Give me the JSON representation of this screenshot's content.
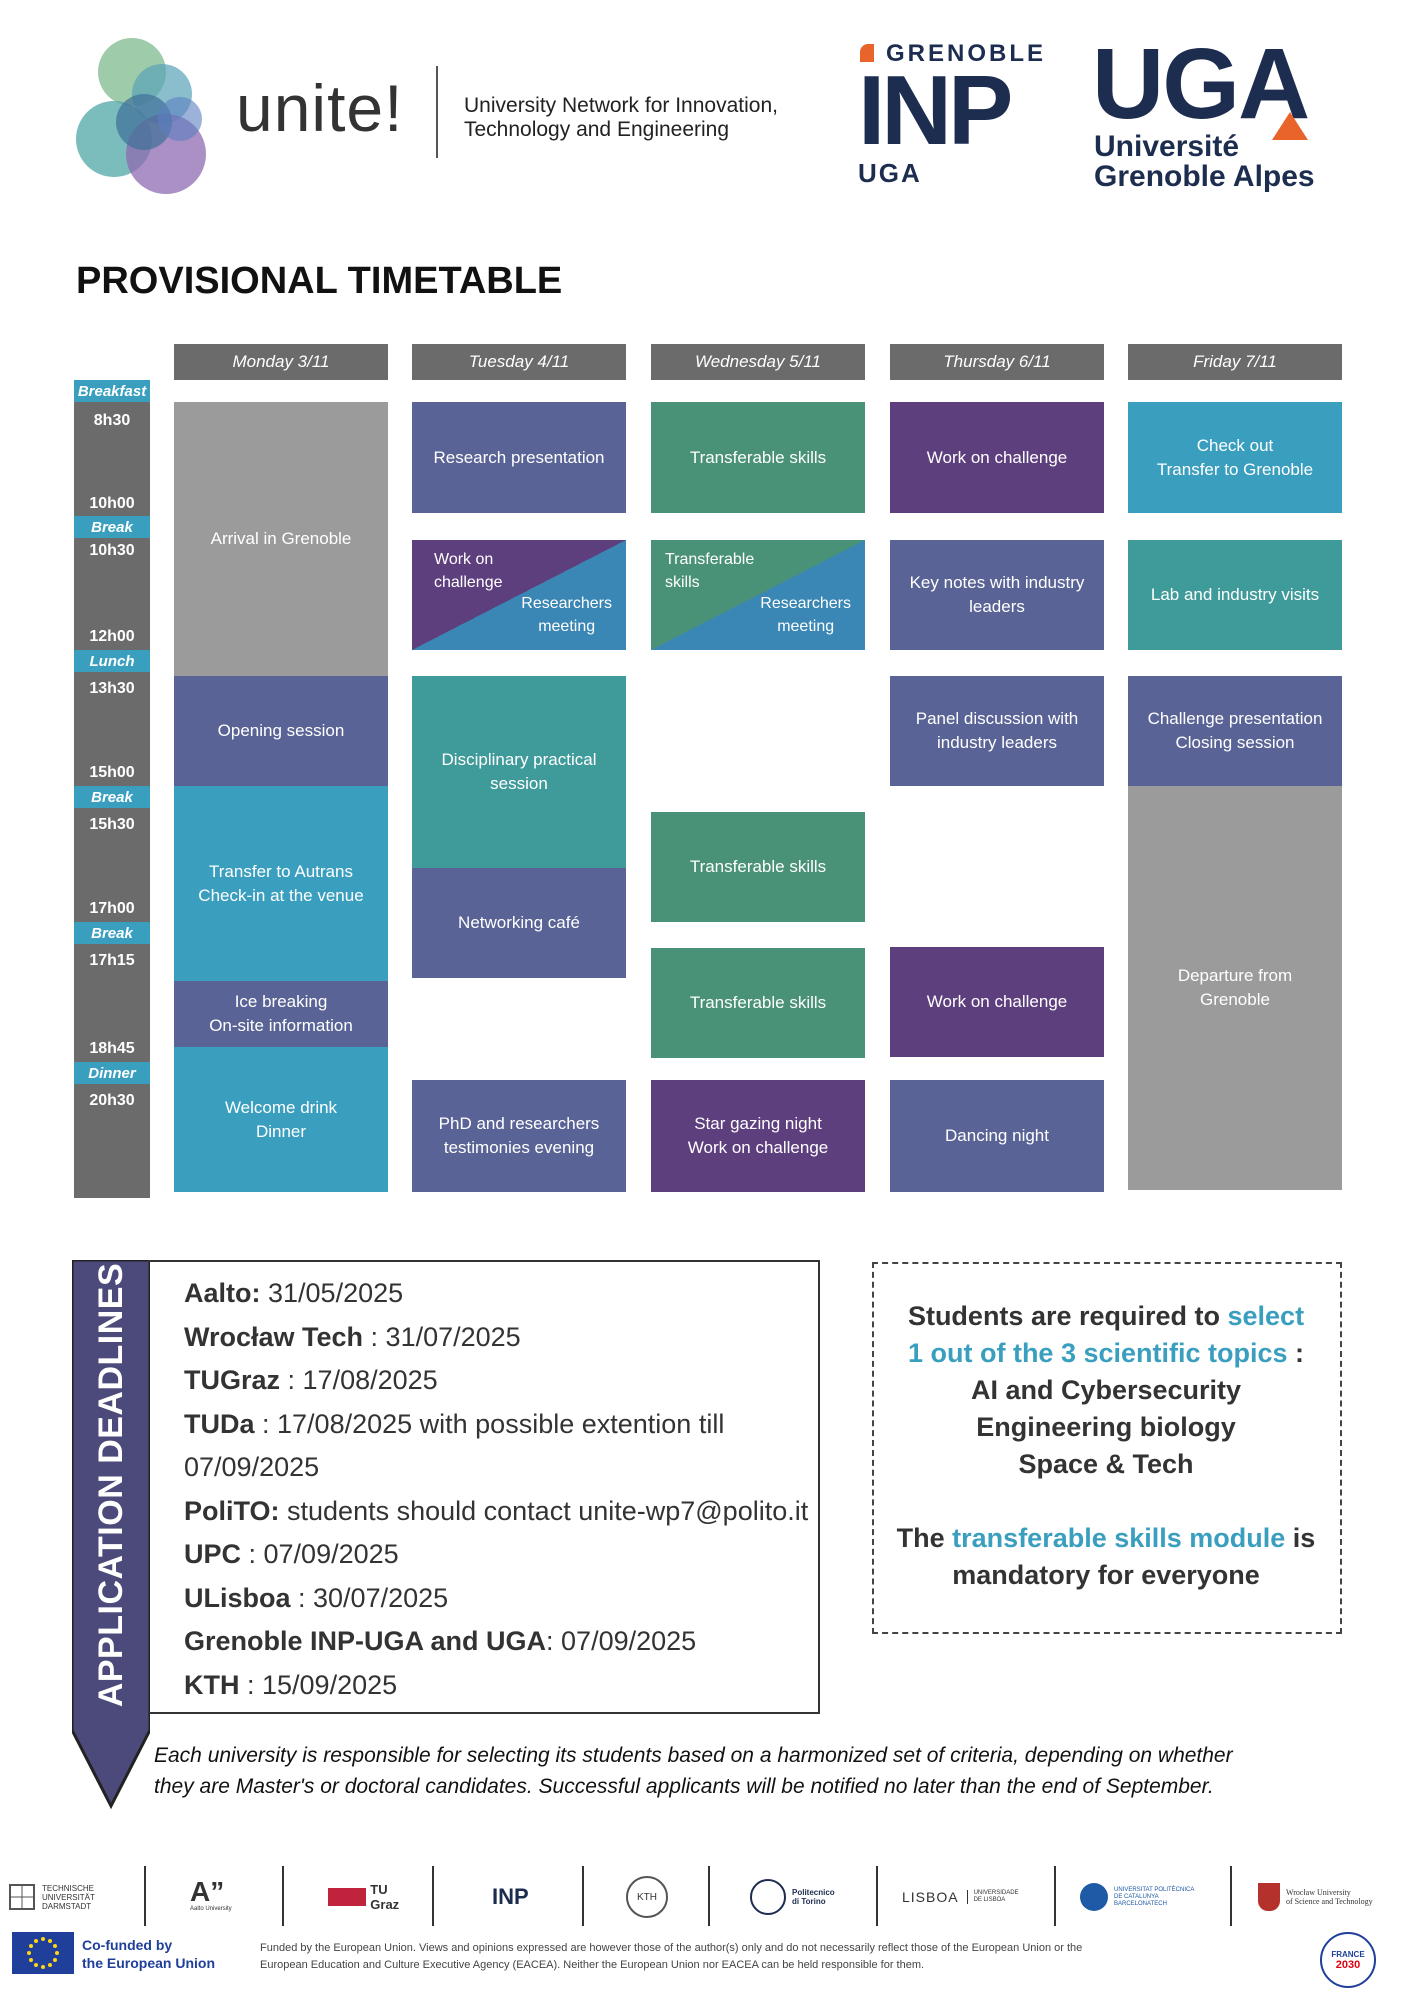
{
  "header": {
    "brand": "unite!",
    "tagline_1": "University Network for Innovation,",
    "tagline_2": "Technology and Engineering",
    "inp_top": "GRENOBLE",
    "inp_mid": "INP",
    "inp_bottom": "UGA",
    "uga_big": "UGA",
    "uga_line1": "Université",
    "uga_line2": "Grenoble Alpes"
  },
  "title": "PROVISIONAL TIMETABLE",
  "timetable": {
    "times": {
      "breakfast": "Breakfast",
      "t0830": "8h30",
      "t1000": "10h00",
      "break1": "Break",
      "t1030": "10h30",
      "t1200": "12h00",
      "lunch": "Lunch",
      "t1330": "13h30",
      "t1500": "15h00",
      "break2": "Break",
      "t1530": "15h30",
      "t1700": "17h00",
      "break3": "Break",
      "t1715": "17h15",
      "t1845": "18h45",
      "dinner": "Dinner",
      "t2030": "20h30"
    },
    "days": {
      "mon": "Monday 3/11",
      "tue": "Tuesday 4/11",
      "wed": "Wednesday 5/11",
      "thu": "Thursday 6/11",
      "fri": "Friday 7/11"
    },
    "mon": {
      "arrival": "Arrival in Grenoble",
      "opening": "Opening session",
      "transfer": "Transfer to Autrans\nCheck-in at the venue",
      "ice": "Ice breaking\nOn-site information",
      "welcome": "Welcome drink\nDinner"
    },
    "tue": {
      "research": "Research presentation",
      "split_a": "Work on\nchallenge",
      "split_b": "Researchers\nmeeting",
      "disciplinary": "Disciplinary practical\nsession",
      "networking": "Networking café",
      "phd": "PhD and researchers\ntestimonies evening"
    },
    "wed": {
      "skills1": "Transferable skills",
      "split_a": "Transferable\nskills",
      "split_b": "Researchers\nmeeting",
      "skills2": "Transferable skills",
      "skills3": "Transferable skills",
      "star": "Star gazing night\nWork on challenge"
    },
    "thu": {
      "work1": "Work on challenge",
      "keynotes": "Key notes with industry\nleaders",
      "panel": "Panel discussion with\nindustry leaders",
      "work2": "Work on challenge",
      "dancing": "Dancing night"
    },
    "fri": {
      "checkout": "Check out\nTransfer to Grenoble",
      "lab": "Lab and industry visits",
      "challenge": "Challenge presentation\nClosing session",
      "departure": "Departure from\nGrenoble"
    }
  },
  "deadlines": {
    "ribbon": "APPLICATION DEADLINES",
    "items": [
      {
        "name": "Aalto:",
        "value": " 31/05/2025"
      },
      {
        "name": "Wrocław Tech",
        "value": " : 31/07/2025"
      },
      {
        "name": "TUGraz",
        "value": " : 17/08/2025"
      },
      {
        "name": "TUDa",
        "value": " : 17/08/2025 with possible extention till"
      },
      {
        "name": "",
        "value": "07/09/2025"
      },
      {
        "name": "PoliTO:",
        "value": " students should contact unite-wp7@polito.it"
      },
      {
        "name": "UPC",
        "value": " : 07/09/2025"
      },
      {
        "name": "ULisboa",
        "value": " : 30/07/2025"
      },
      {
        "name": "Grenoble INP-UGA and UGA",
        "value": ": 07/09/2025"
      },
      {
        "name": "KTH",
        "value": " : 15/09/2025"
      }
    ]
  },
  "note": {
    "l1_a": "Students are required to ",
    "l1_b": "select",
    "l2_a": "1 out of the 3 scientific topics",
    "l2_b": " :",
    "topic1": "AI and Cybersecurity",
    "topic2": "Engineering biology",
    "topic3": "Space & Tech",
    "l6_a": "The ",
    "l6_b": "transferable skills module",
    "l6_c": " is",
    "l7": "mandatory for everyone"
  },
  "disclaimer": {
    "line1": "Each university is responsible for selecting its students based on a harmonized set of criteria, depending on whether",
    "line2": "they are Master's or doctoral candidates. Successful applicants will be notified no later than the end of September."
  },
  "footer": {
    "logos": {
      "tud": "TECHNISCHE\nUNIVERSITÄT\nDARMSTADT",
      "aalto": "A”",
      "aalto_sub": "Aalto University",
      "tugraz": "TU Graz",
      "inp": "INP",
      "kth": "KTH",
      "polito": "Politecnico\ndi Torino",
      "lisboa": "LISBOA",
      "lisboa_sub": "UNIVERSIDADE\nDE LISBOA",
      "upc": "UNIVERSITAT POLITÈCNICA\nDE CATALUNYA\nBARCELONATECH",
      "wroclaw": "Wrocław University\nof Science and Technology"
    },
    "eu_1": "Co-funded by",
    "eu_2": "the European Union",
    "legal_1": "Funded by the European Union. Views and opinions expressed are however those of the author(s) only and do not necessarily reflect those of the European Union or the",
    "legal_2": "European Education and Culture Executive Agency (EACEA). Neither the European Union nor EACEA can be held responsible for them.",
    "france_1": "FRANCE",
    "france_2": "2030"
  },
  "colors": {
    "gray": "#9b9b9b",
    "dark_gray": "#6b6b6b",
    "slate": "#5a6395",
    "purple": "#5e3f7d",
    "green": "#4a9277",
    "teal": "#3f9a9a",
    "blue": "#3a9fbf",
    "accent": "#e8642a",
    "navy": "#1d2d4f"
  }
}
